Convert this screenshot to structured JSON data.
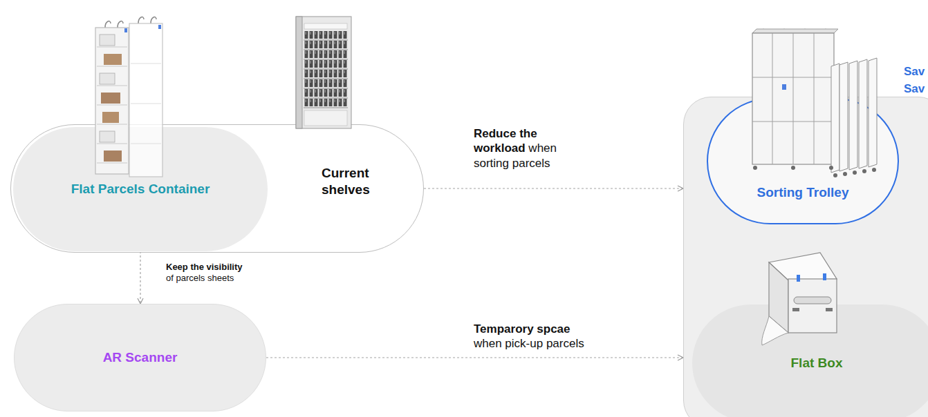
{
  "diagram": {
    "nodes": [
      {
        "text": [
          "Current shelves"
        ]
      },
      {
        "text": [
          "Flat Parcels Container"
        ],
        "in": 0
      },
      {
        "text": [
          "AR Scanner"
        ]
      },
      {
        "text": []
      },
      {
        "text": [
          "Sorting Trolley"
        ],
        "in": 3
      },
      {
        "text": [
          "Flat Box"
        ],
        "in": 3
      }
    ],
    "edges": [
      {
        "from": 0,
        "to": 3,
        "arrow": "to",
        "label": "Reduce the workload when sorting parcels"
      },
      {
        "from": 1,
        "to": 2,
        "arrow": "to",
        "label": "Keep the visibility of parcels sheets"
      },
      {
        "from": 2,
        "to": 3,
        "arrow": "to",
        "label": "Temparory spcae when pick-up parcels"
      }
    ],
    "labels": [
      "Sav",
      "Sav"
    ]
  }
}
